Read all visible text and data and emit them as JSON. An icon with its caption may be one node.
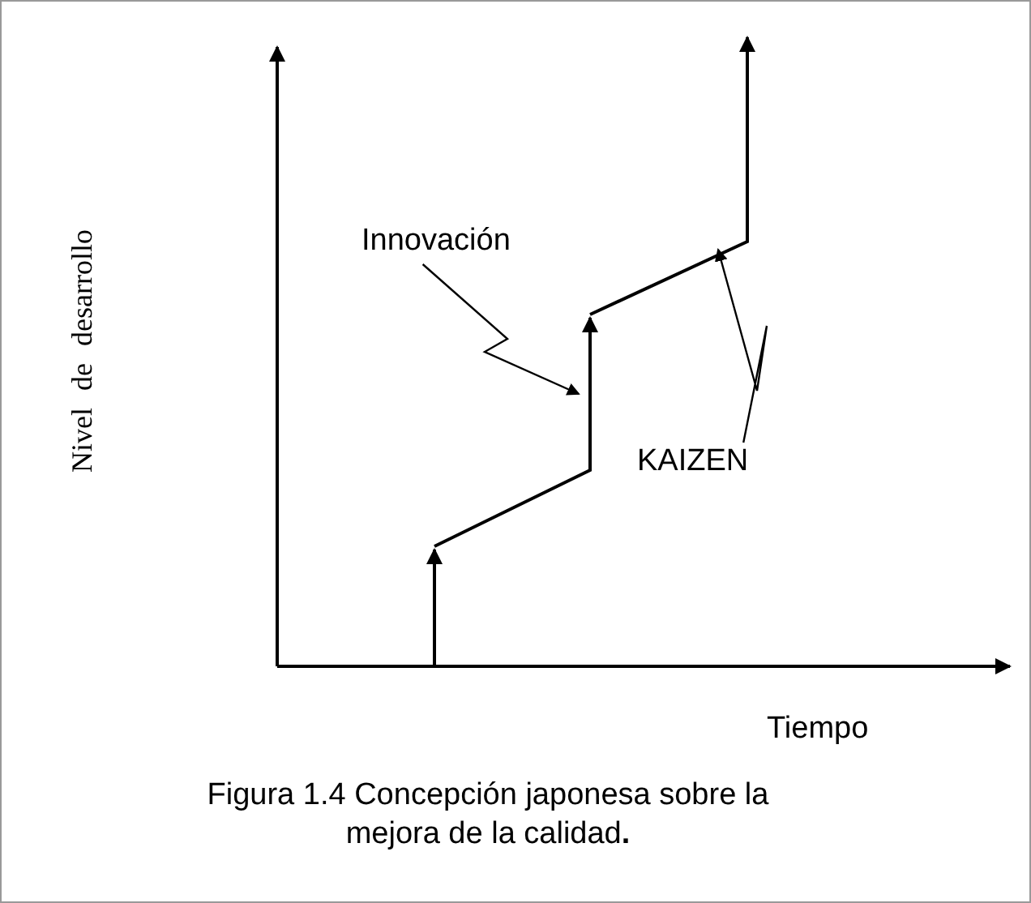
{
  "diagram": {
    "caption": "Figura 1.4 Concepción japonesa sobre la mejora de la calidad**.**",
    "nodes": [
      {
        "text": [
          "Innovación"
        ]
      },
      {
        "text": [
          "KAIZEN"
        ]
      }
    ],
    "edges": [
      {
        "from": 0,
        "to": null,
        "arrow": "to"
      },
      {
        "from": 1,
        "to": null,
        "arrow": "to"
      }
    ],
    "labels": [
      "Nivel de desarrollo",
      "Tiempo"
    ]
  }
}
